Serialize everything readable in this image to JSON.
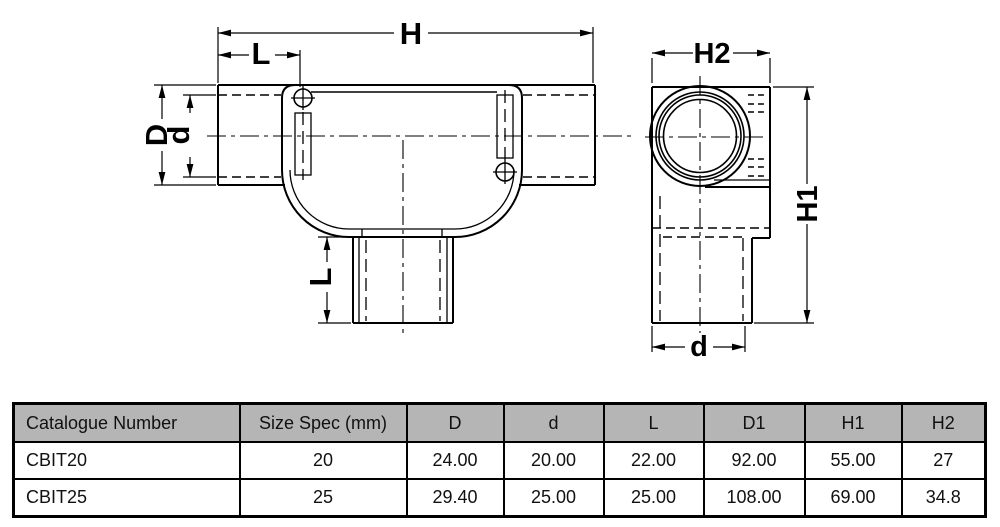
{
  "drawing": {
    "line_color": "#000000",
    "front_view": {
      "h_label": "H",
      "l_label": "L",
      "outer_dia_label": "D",
      "inner_dia_label": "d",
      "branch_l_label": "L"
    },
    "side_view": {
      "h2_label": "H2",
      "h1_label": "H1",
      "d_label": "d"
    }
  },
  "table": {
    "header_bg": "#b5b5b5",
    "border_color": "#000000",
    "headers": [
      "Catalogue Number",
      "Size Spec (mm)",
      "D",
      "d",
      "L",
      "D1",
      "H1",
      "H2"
    ],
    "rows": [
      {
        "cells": [
          "CBIT20",
          "20",
          "24.00",
          "20.00",
          "22.00",
          "92.00",
          "55.00",
          "27"
        ]
      },
      {
        "cells": [
          "CBIT25",
          "25",
          "29.40",
          "25.00",
          "25.00",
          "108.00",
          "69.00",
          "34.8"
        ]
      }
    ]
  }
}
